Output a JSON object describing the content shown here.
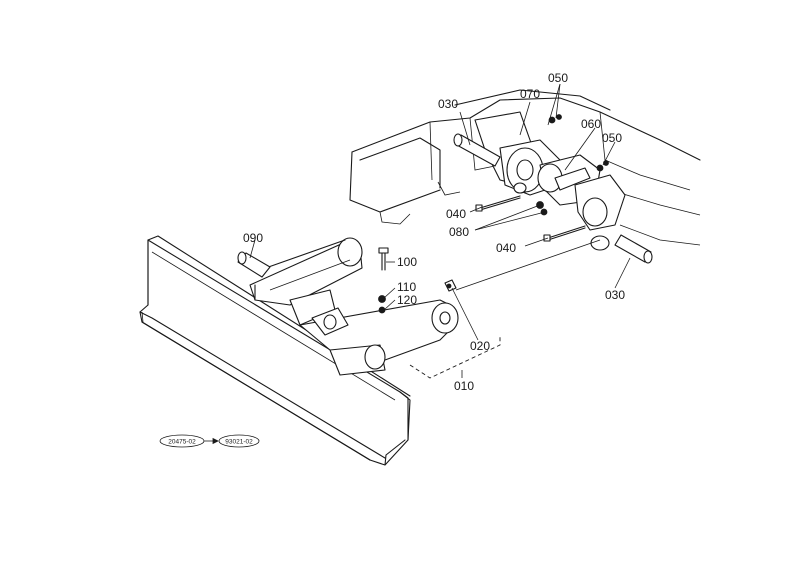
{
  "callouts": {
    "c010": "010",
    "c020": "020",
    "c030a": "030",
    "c030b": "030",
    "c040a": "040",
    "c040b": "040",
    "c050a": "050",
    "c050b": "050",
    "c060": "060",
    "c070": "070",
    "c080": "080",
    "c090": "090",
    "c100": "100",
    "c110": "110",
    "c120": "120"
  },
  "refs": {
    "from": "20475-02",
    "to": "93021-02"
  }
}
